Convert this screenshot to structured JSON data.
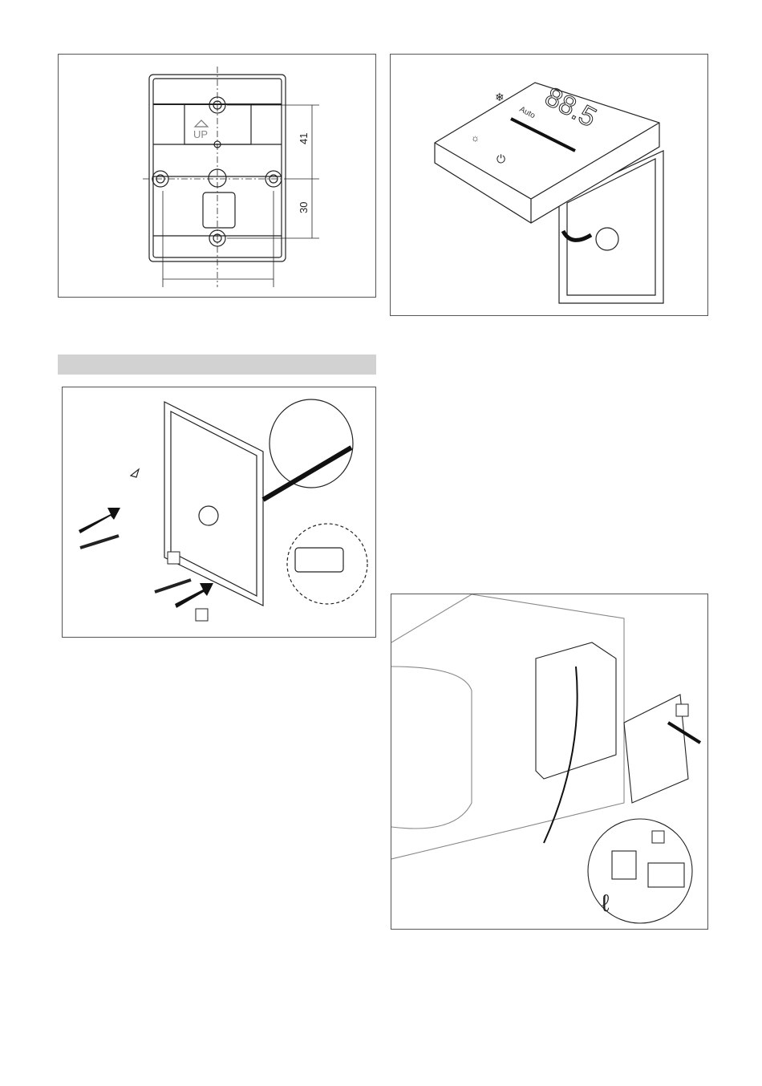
{
  "figure1": {
    "dim_upper": "41",
    "dim_lower": "30",
    "up_label": "UP"
  },
  "figure2": {
    "mode_label": "Auto",
    "display_value": "88.5"
  },
  "section_bar": {
    "color": "#d2d2d2"
  },
  "figure3": {},
  "figure4": {}
}
